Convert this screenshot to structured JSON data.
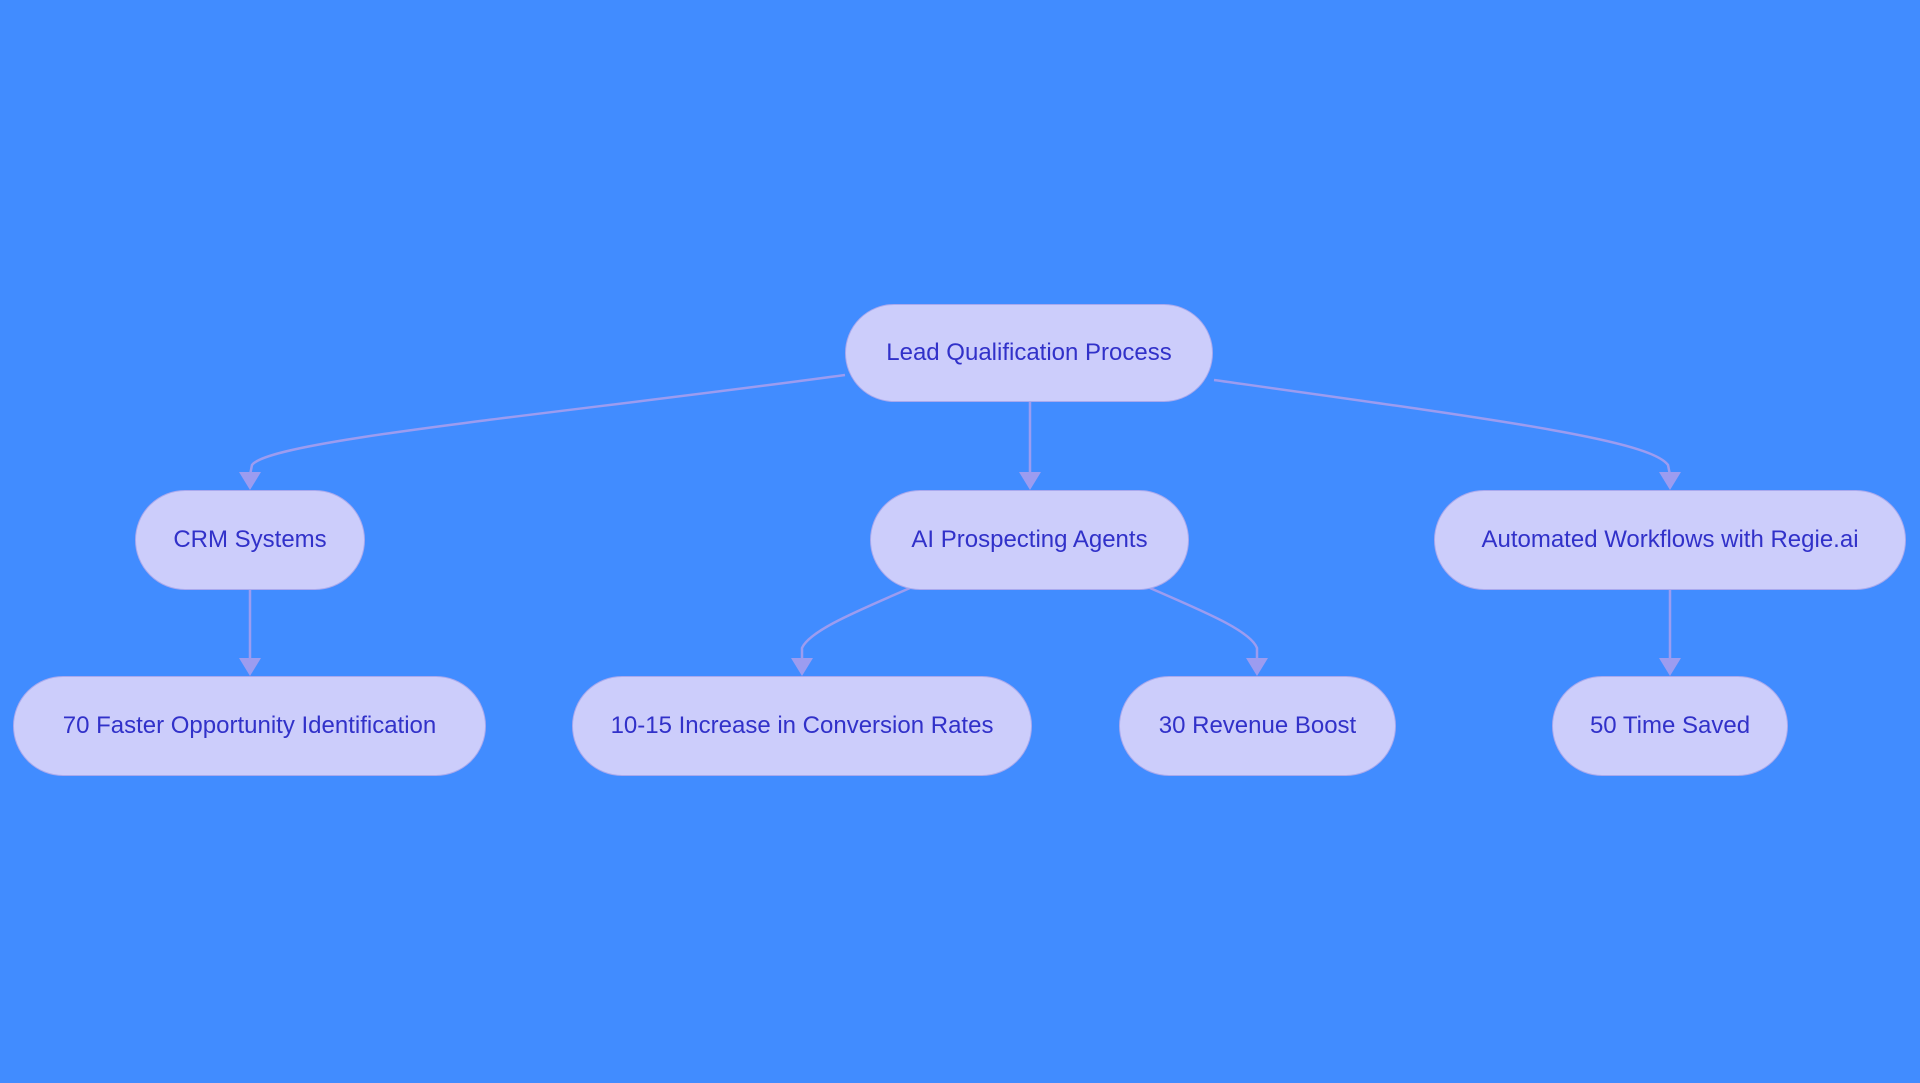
{
  "diagram": {
    "background_color": "#418cff",
    "node_fill": "#cccdfb",
    "node_stroke": "#a9a9ee",
    "text_color": "#3131c9",
    "edge_color": "#9c9cf0",
    "nodes": {
      "root": {
        "label": "Lead Qualification Process"
      },
      "crm": {
        "label": "CRM Systems"
      },
      "ai": {
        "label": "AI Prospecting Agents"
      },
      "workflows": {
        "label": "Automated Workflows with Regie.ai"
      },
      "faster": {
        "label": "70 Faster Opportunity Identification"
      },
      "conversion": {
        "label": "10-15 Increase in Conversion Rates"
      },
      "revenue": {
        "label": "30 Revenue Boost"
      },
      "time": {
        "label": "50 Time Saved"
      }
    },
    "edges": [
      {
        "from": "root",
        "to": "crm"
      },
      {
        "from": "root",
        "to": "ai"
      },
      {
        "from": "root",
        "to": "workflows"
      },
      {
        "from": "crm",
        "to": "faster"
      },
      {
        "from": "ai",
        "to": "conversion"
      },
      {
        "from": "ai",
        "to": "revenue"
      },
      {
        "from": "workflows",
        "to": "time"
      }
    ]
  }
}
